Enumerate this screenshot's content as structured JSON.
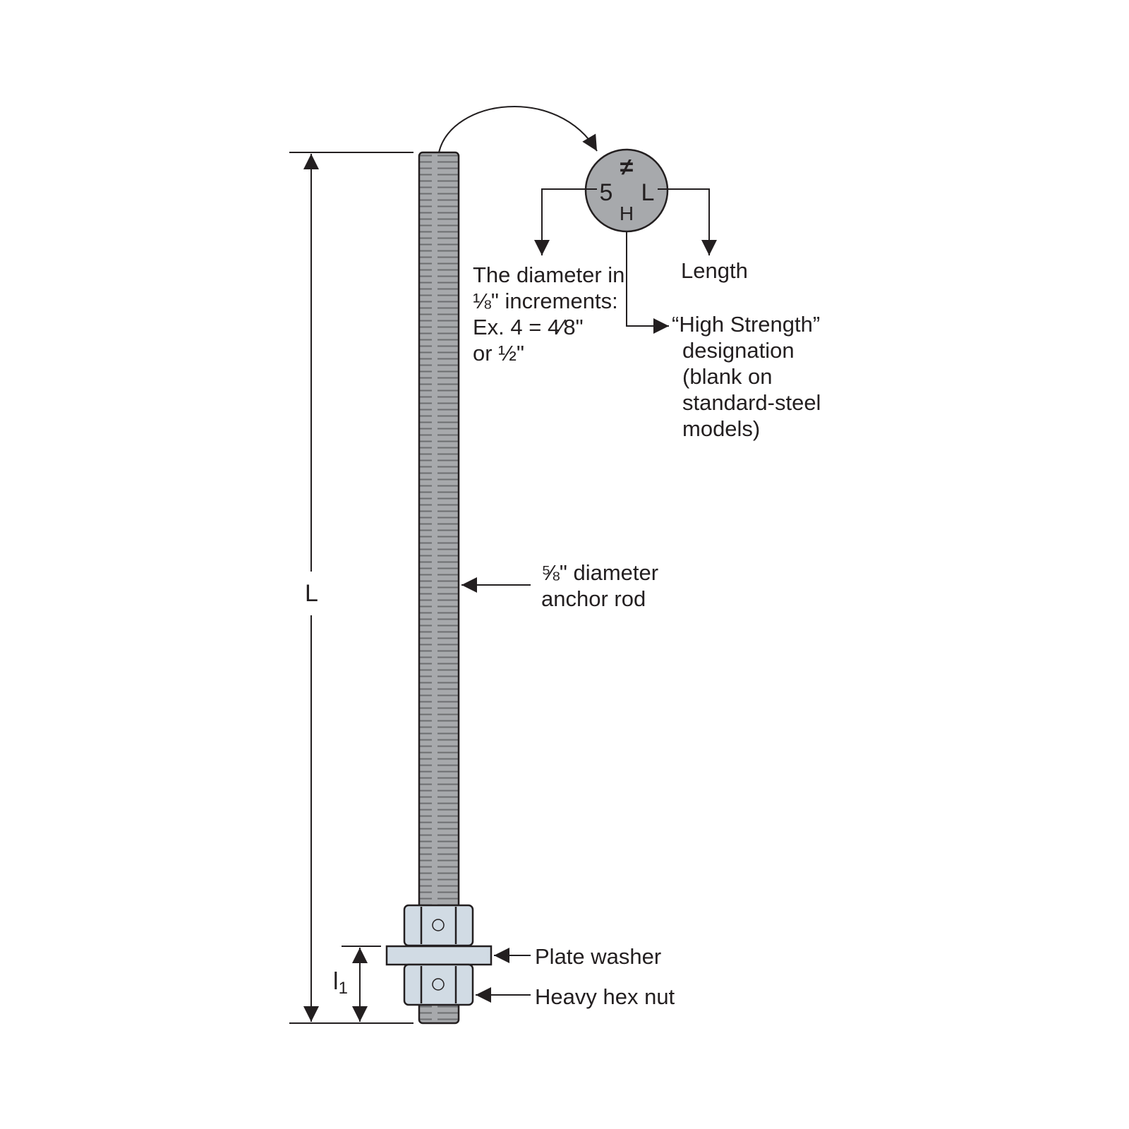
{
  "colors": {
    "rod": "#a7a9ac",
    "thread_line": "#6d6e71",
    "nut": "#d1dbe4",
    "stamp": "#a7a9ac",
    "ink": "#231f20"
  },
  "stamp": {
    "symbol": "≠",
    "diameter": "5",
    "length": "L",
    "strength": "H"
  },
  "labels": {
    "diameter": [
      "The diameter in",
      "⅛\" increments:",
      "Ex. 4 = 4⁄8\"",
      "or ½\""
    ],
    "length": "Length",
    "high_strength": [
      "“High Strength”",
      "designation",
      "(blank on",
      "standard-steel",
      "models)"
    ],
    "rod": [
      "⅝\" diameter",
      "anchor rod"
    ],
    "plate_washer": "Plate washer",
    "hex_nut": "Heavy hex nut"
  },
  "dimensions": {
    "overall": "L",
    "embed": "l",
    "embed_sub": "1"
  }
}
